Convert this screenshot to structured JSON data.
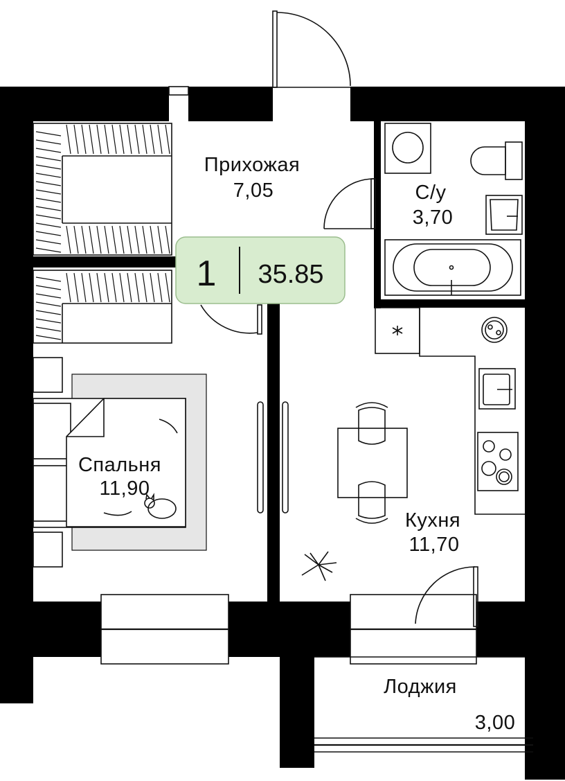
{
  "badge": {
    "rooms": "1",
    "total_area": "35.85",
    "color": "#d8eccf",
    "border_color": "#9bbd8e"
  },
  "rooms": [
    {
      "id": "hallway",
      "name": "Прихожая",
      "area": "7,05"
    },
    {
      "id": "bathroom",
      "name": "С/у",
      "area": "3,70"
    },
    {
      "id": "bedroom",
      "name": "Спальня",
      "area": "11,90"
    },
    {
      "id": "kitchen",
      "name": "Кухня",
      "area": "11,70"
    },
    {
      "id": "loggia",
      "name": "Лоджия",
      "area": "3,00"
    }
  ],
  "colors": {
    "wall": "#000000",
    "rug": "#e6e6e6",
    "background": "#ffffff"
  },
  "icons": [
    "door-icon",
    "wardrobe-icon",
    "washing-machine-icon",
    "toilet-icon",
    "sink-icon",
    "bathtub-icon",
    "bed-icon",
    "cat-icon",
    "dining-table-icon",
    "chair-icon",
    "stove-icon",
    "plant-icon",
    "pizza-icon",
    "snowflake-icon"
  ]
}
